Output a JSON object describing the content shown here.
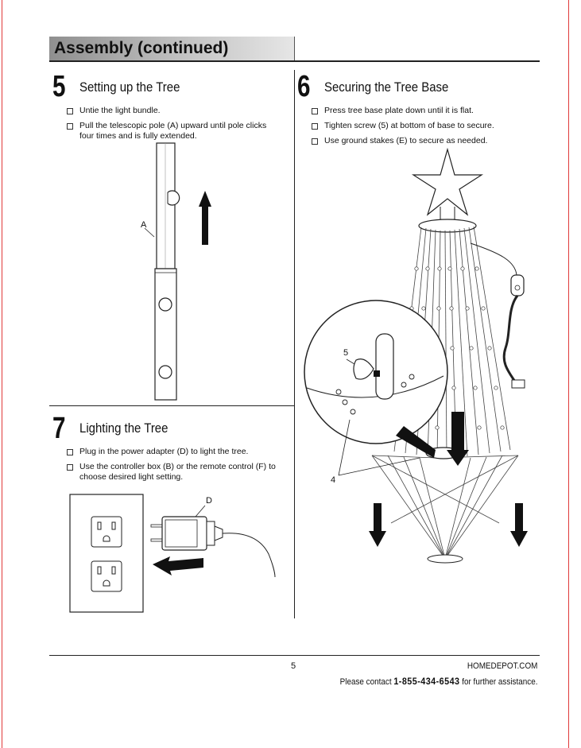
{
  "header": {
    "title": "Assembly (continued)"
  },
  "steps": {
    "s5": {
      "number": "5",
      "title": "Setting up the Tree",
      "bullets": [
        "Untie the light bundle.",
        "Pull the telescopic pole (A) upward until pole clicks four times and is fully extended."
      ],
      "callout": "A"
    },
    "s6": {
      "number": "6",
      "title": "Securing the Tree Base",
      "bullets": [
        "Press tree base plate down until it is flat.",
        "Tighten screw (5) at bottom of base to secure.",
        "Use ground stakes (E) to secure as needed."
      ],
      "callouts": [
        "5",
        "4"
      ]
    },
    "s7": {
      "number": "7",
      "title": "Lighting the Tree",
      "bullets": [
        "Plug in the power adapter (D) to light the tree.",
        "Use the controller box (B) or the remote control (F) to choose desired light setting."
      ],
      "callout": "D"
    }
  },
  "footer": {
    "page_number": "5",
    "site": "HOMEDEPOT.COM",
    "contact_prefix": "Please contact ",
    "phone": "1-855-434-6543",
    "contact_suffix": " for further assistance."
  }
}
